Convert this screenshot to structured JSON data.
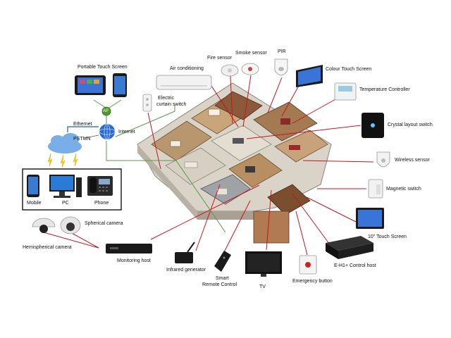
{
  "labels": {
    "portable_touch_screen": "Portable Touch Screen",
    "ap": "AP",
    "ethernet": "Ethernet",
    "internet": "Internet",
    "pstmn": "PSTMN",
    "mobile": "Mobile",
    "pc": "PC",
    "phone": "Phone",
    "air_conditioning": "Air conditioning",
    "electric_curtain_switch_1": "Electric",
    "electric_curtain_switch_2": "curtain switch",
    "fire_sensor": "Fire sensor",
    "smoke_sensor": "Smoke sensor",
    "pir": "PIR",
    "colour_touch_screen": "Colour Touch Screen",
    "temperature_controller": "Temperature Controller",
    "crystal_layout_switch": "Crystal layout switch",
    "wireless_sensor": "Wireless sensor",
    "magnetic_switch": "Magnetic switch",
    "ten_inch_touch_screen": "10\" Touch Screen",
    "eh1_control_host": "E-H1+ Control host",
    "emergency_button": "Emergency button",
    "tv": "TV",
    "smart_remote_1": "Smart",
    "smart_remote_2": "Remote Control",
    "infrared_generator": "Infrared generator",
    "monitoring_host": "Monitoring host",
    "spherical_camera": "Spherical camera",
    "hemispherical_camera": "Hemispherical camera"
  },
  "colors": {
    "connector_red": "#c8141e",
    "connector_green": "#5a9a46",
    "ethernet_blue": "#1e5fb4",
    "ap_green": "#4e9a2a"
  }
}
